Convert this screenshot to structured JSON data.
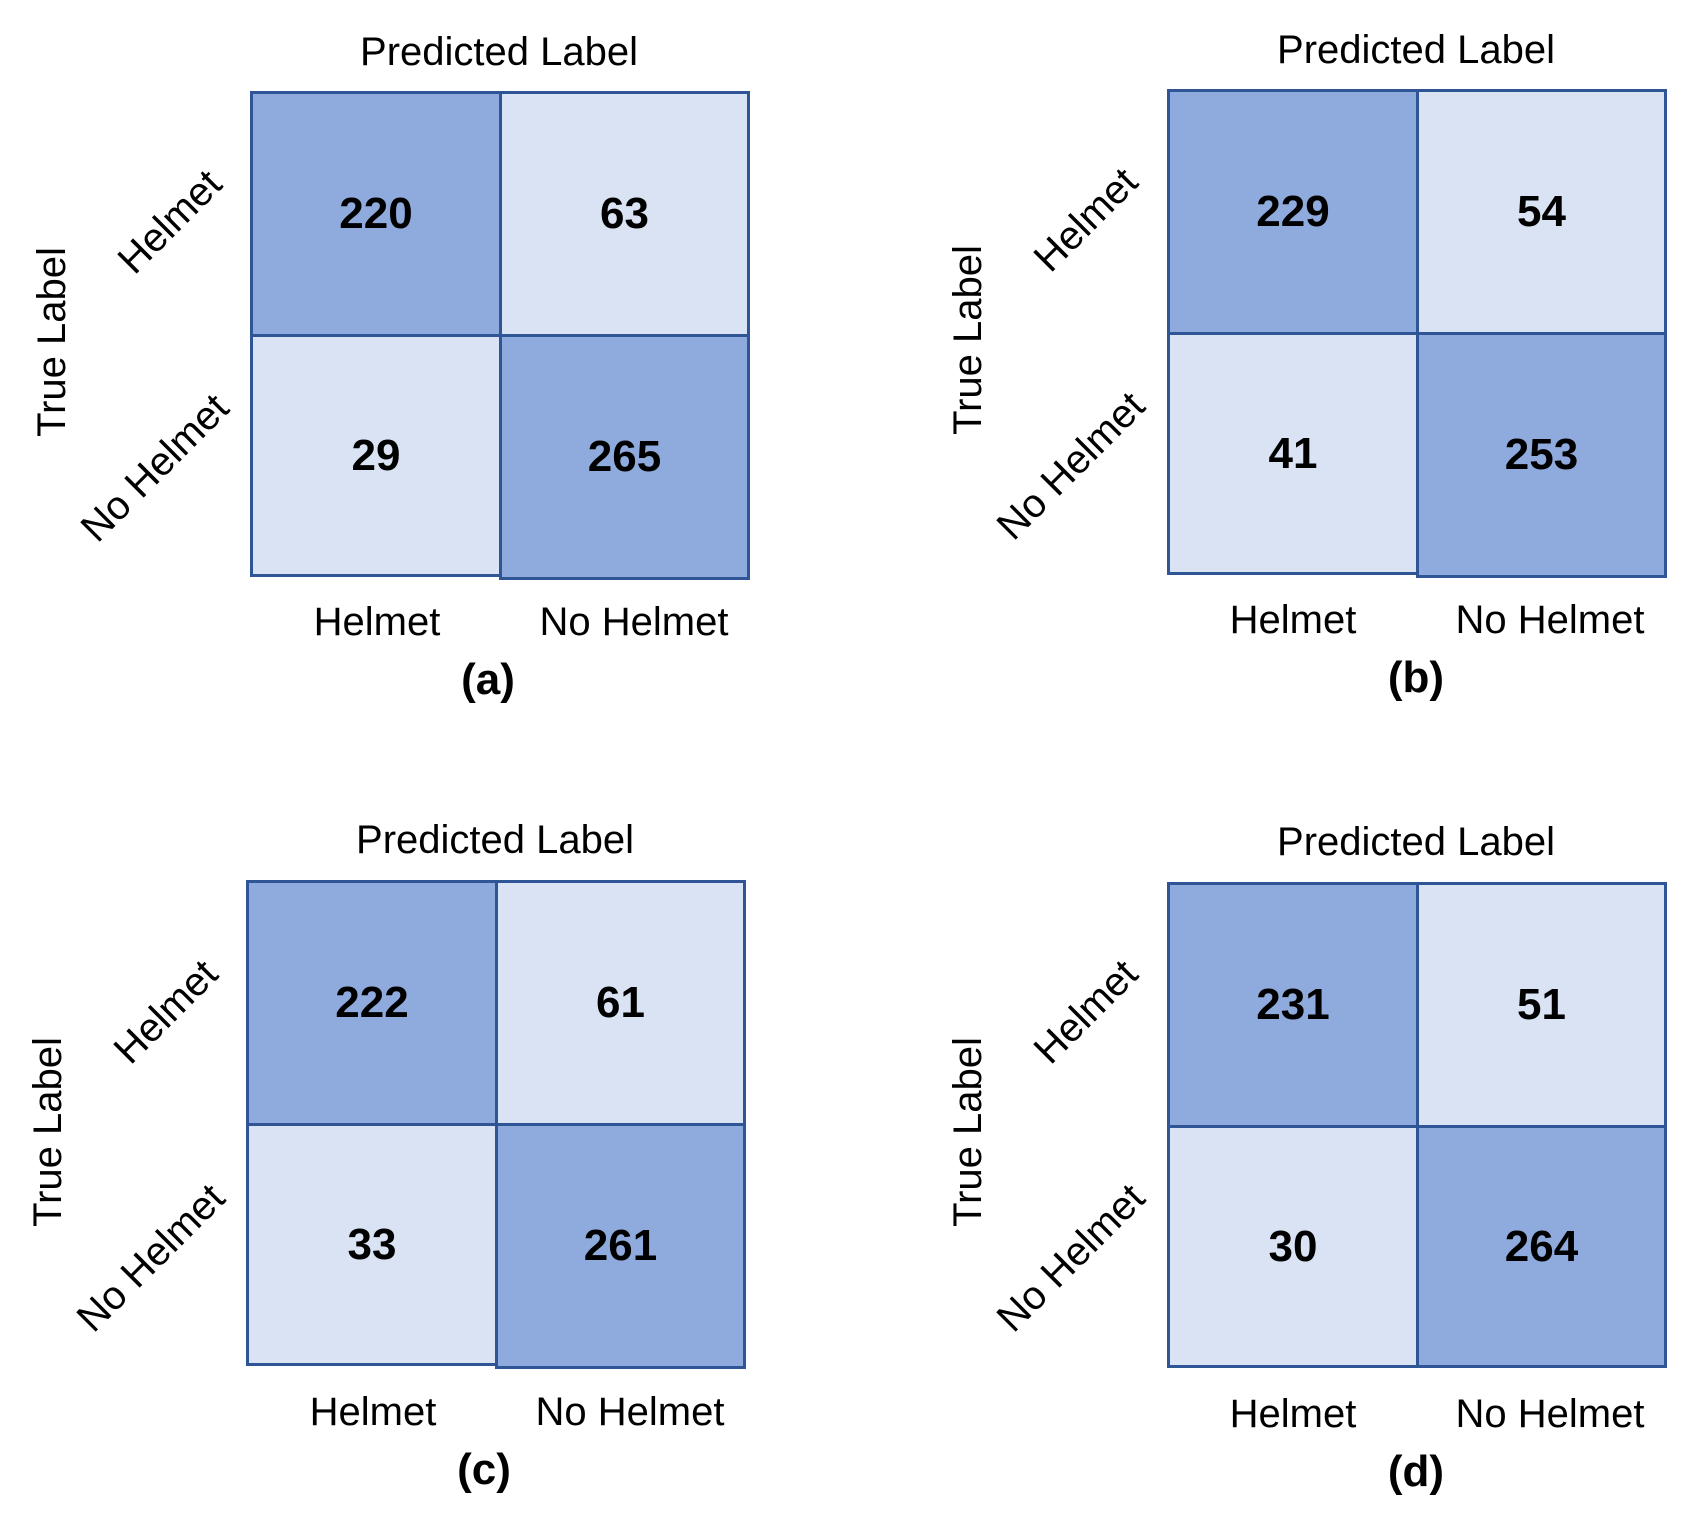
{
  "chart_data": [
    {
      "type": "heatmap",
      "subtype": "confusion_matrix",
      "panel": "(a)",
      "title": "Predicted Label",
      "xlabel": "Predicted Label",
      "ylabel": "True Label",
      "x_categories": [
        "Helmet",
        "No Helmet"
      ],
      "y_categories": [
        "Helmet",
        "No Helmet"
      ],
      "values": [
        [
          220,
          63
        ],
        [
          29,
          265
        ]
      ]
    },
    {
      "type": "heatmap",
      "subtype": "confusion_matrix",
      "panel": "(b)",
      "title": "Predicted Label",
      "xlabel": "Predicted Label",
      "ylabel": "True Label",
      "x_categories": [
        "Helmet",
        "No Helmet"
      ],
      "y_categories": [
        "Helmet",
        "No Helmet"
      ],
      "values": [
        [
          229,
          54
        ],
        [
          41,
          253
        ]
      ]
    },
    {
      "type": "heatmap",
      "subtype": "confusion_matrix",
      "panel": "(c)",
      "title": "Predicted Label",
      "xlabel": "Predicted Label",
      "ylabel": "True Label",
      "x_categories": [
        "Helmet",
        "No Helmet"
      ],
      "y_categories": [
        "Helmet",
        "No Helmet"
      ],
      "values": [
        [
          222,
          61
        ],
        [
          33,
          261
        ]
      ]
    },
    {
      "type": "heatmap",
      "subtype": "confusion_matrix",
      "panel": "(d)",
      "title": "Predicted Label",
      "xlabel": "Predicted Label",
      "ylabel": "True Label",
      "x_categories": [
        "Helmet",
        "No Helmet"
      ],
      "y_categories": [
        "Helmet",
        "No Helmet"
      ],
      "values": [
        [
          231,
          51
        ],
        [
          30,
          264
        ]
      ]
    }
  ],
  "colors": {
    "diagonal_fill": "#8faadc",
    "off_diagonal_fill": "#dae3f3",
    "border": "#2f5597",
    "text": "#000000"
  },
  "panels": [
    {
      "tag": "(a)",
      "pred_title": "Predicted Label",
      "true_label": "True Label",
      "row_labels": [
        "Helmet",
        "No Helmet"
      ],
      "col_labels": [
        "Helmet",
        "No Helmet"
      ],
      "cells": [
        "220",
        "63",
        "29",
        "265"
      ]
    },
    {
      "tag": "(b)",
      "pred_title": "Predicted Label",
      "true_label": "True Label",
      "row_labels": [
        "Helmet",
        "No Helmet"
      ],
      "col_labels": [
        "Helmet",
        "No Helmet"
      ],
      "cells": [
        "229",
        "54",
        "41",
        "253"
      ]
    },
    {
      "tag": "(c)",
      "pred_title": "Predicted Label",
      "true_label": "True Label",
      "row_labels": [
        "Helmet",
        "No Helmet"
      ],
      "col_labels": [
        "Helmet",
        "No Helmet"
      ],
      "cells": [
        "222",
        "61",
        "33",
        "261"
      ]
    },
    {
      "tag": "(d)",
      "pred_title": "Predicted Label",
      "true_label": "True Label",
      "row_labels": [
        "Helmet",
        "No Helmet"
      ],
      "col_labels": [
        "Helmet",
        "No Helmet"
      ],
      "cells": [
        "231",
        "51",
        "30",
        "264"
      ]
    }
  ]
}
